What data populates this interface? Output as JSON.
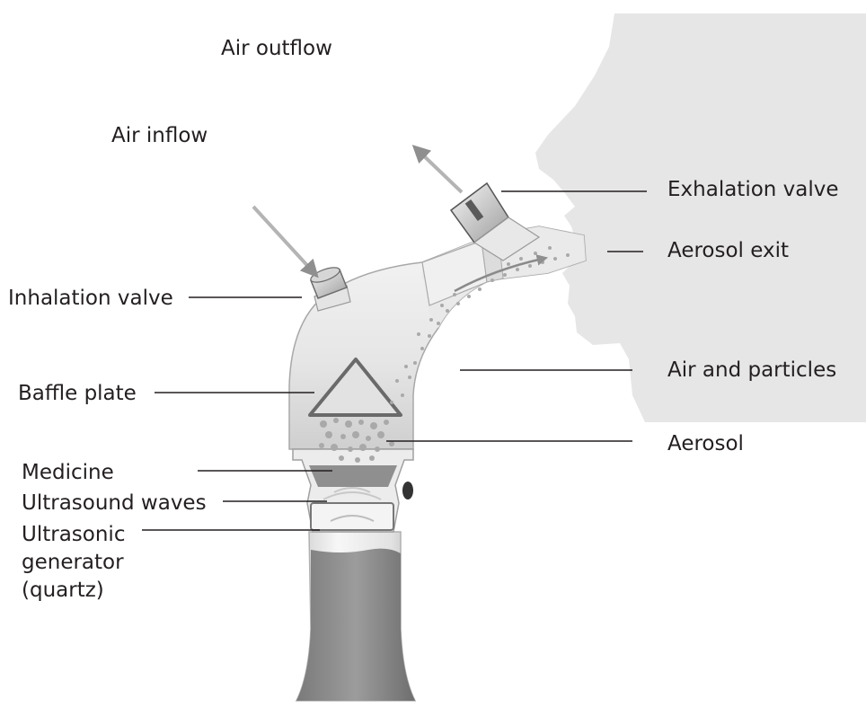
{
  "labels": {
    "air_outflow": "Air outflow",
    "air_inflow": "Air inflow",
    "exhalation_valve": "Exhalation valve",
    "aerosol_exit": "Aerosol exit",
    "inhalation_valve": "Inhalation valve",
    "air_and_particles": "Air and particles",
    "baffle_plate": "Baffle plate",
    "aerosol": "Aerosol",
    "medicine": "Medicine",
    "ultrasound_waves": "Ultrasound waves",
    "ultrasonic_generator": [
      "Ultrasonic",
      "generator",
      "(quartz)"
    ]
  },
  "colors": {
    "text": "#231f20",
    "face": "#e6e6e6",
    "body_light": "#f2f2f2",
    "body_mid": "#d9d9d9",
    "reservoir": "#8c8c8c",
    "arrow": "#9a9a9a",
    "particles": "#a9a9a9"
  }
}
